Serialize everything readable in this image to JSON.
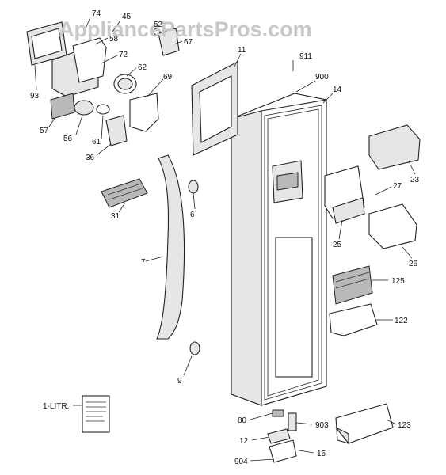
{
  "watermark": "AppliancePartsPros.com",
  "callouts": [
    "74",
    "45",
    "58",
    "72",
    "62",
    "93",
    "57",
    "56",
    "61",
    "36",
    "69",
    "52",
    "67",
    "11",
    "911",
    "900",
    "14",
    "23",
    "27",
    "25",
    "26",
    "31",
    "6",
    "7",
    "9",
    "125",
    "122",
    "1-LITR.",
    "80",
    "903",
    "12",
    "15",
    "904",
    "123"
  ]
}
